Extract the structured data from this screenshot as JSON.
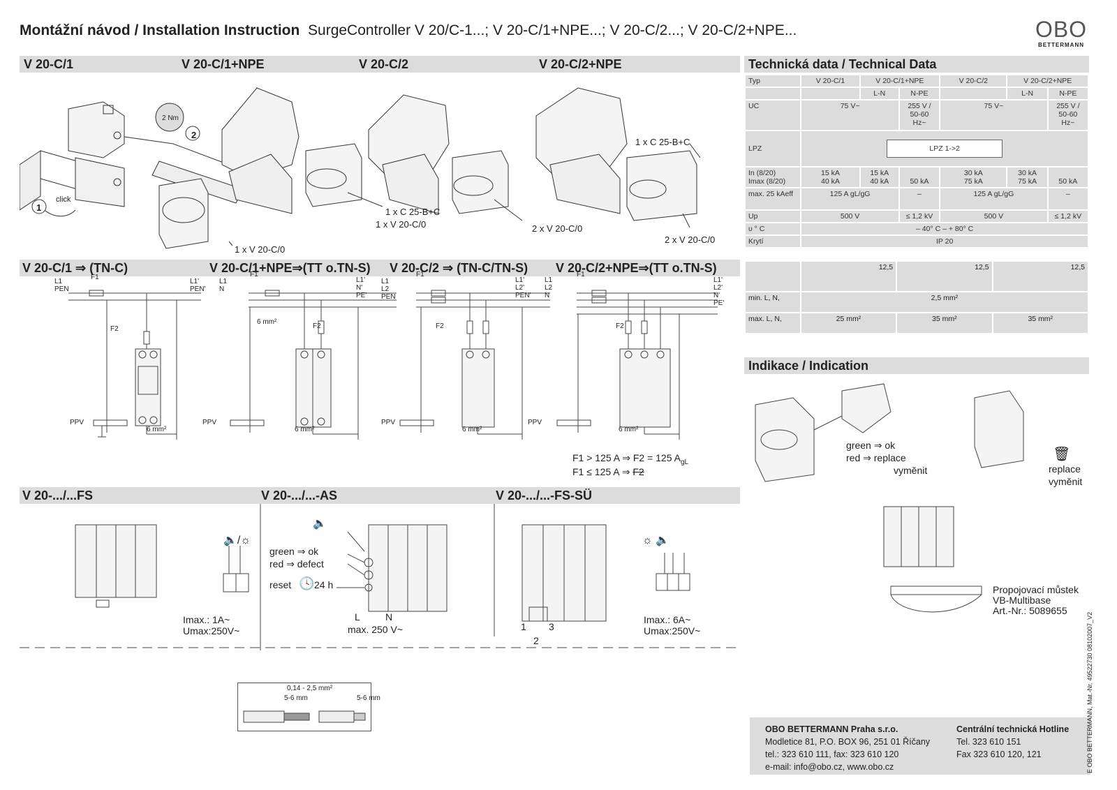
{
  "header": {
    "title_bold": "Montážní návod / Installation Instruction",
    "title_rest": "SurgeController V 20/C-1...; V 20-C/1+NPE...; V 20-C/2...; V 20-C/2+NPE..."
  },
  "logo": {
    "name": "OBO",
    "sub": "BETTERMANN"
  },
  "products": {
    "p1": "V 20-C/1",
    "p2": "V 20-C/1+NPE",
    "p3": "V 20-C/2",
    "p4": "V 20-C/2+NPE"
  },
  "install": {
    "torque": "2 Nm",
    "step1": "1",
    "step2": "2",
    "click": "click",
    "part_1x_v20c0": "1 x V 20-C/0",
    "part_c25_a": "1 x C 25-B+C",
    "part_v20c0_a": "1 x V 20-C/0",
    "part_2x_v20c0_a": "2 x V 20-C/0",
    "part_c25_b": "1 x C 25-B+C",
    "part_2x_v20c0_b": "2 x V 20-C/0"
  },
  "wiring": {
    "w1": "V 20-C/1 ⇒ (TN-C)",
    "w2": "V 20-C/1+NPE⇒(TT o.TN-S)",
    "w3": "V 20-C/2 ⇒ (TN-C/TN-S)",
    "w4": "V 20-C/2+NPE⇒(TT o.TN-S)",
    "L1": "L1",
    "L2": "L2",
    "N": "N",
    "PEN": "PEN",
    "L1p": "L1'",
    "L2p": "L2'",
    "Np": "N'",
    "PEp": "PE'",
    "PENp": "PEN'",
    "F1": "F1",
    "F2": "F2",
    "PPV": "PPV",
    "6mm": "6 mm²",
    "fuse_rule1": "F1 >  125 A ⇒  F2 = 125 A",
    "fuse_rule1_sub": "gL",
    "fuse_rule2": "F1 ≤  125 A ⇒",
    "fuse_rule2_end": "F2"
  },
  "variants": {
    "fs": "V 20-.../...FS",
    "as": "V 20-.../...-AS",
    "fssu": "V 20-.../...-FS-SÜ",
    "imax1": "Imax.: 1A~",
    "umax1": "Umax:250V~",
    "green_ok": "green ⇒ ok",
    "red_defect": "red    ⇒ defect",
    "reset": "reset",
    "reset_time": "24 h",
    "L": "L",
    "Nn": "N",
    "max250": "max. 250 V~",
    "imax6": "Imax.: 6A~",
    "umax6": "Umax:250V~",
    "t1": "1",
    "t2": "2",
    "t3": "3"
  },
  "wire_spec": {
    "range": "0,14 - 2,5 mm²",
    "strip1": "5-6  mm",
    "strip2": "5-6 mm"
  },
  "tech": {
    "heading": "Technická data / Technical Data",
    "typ": "Typ",
    "cols": [
      "V 20-C/1",
      "V 20-C/1+NPE",
      "V 20-C/2",
      "V 20-C/2+NPE"
    ],
    "ln": "L-N",
    "npe": "N-PE",
    "uc": "UC",
    "uc_v": "75 V~",
    "uc_npe": "255 V / 50-60 Hz~",
    "lpz": "LPZ",
    "lpz_v": "LPZ 1->2",
    "in_label": "In (8/20)",
    "imax_label": "Imax (8/20)",
    "in_15": "15 kA",
    "imax_40": "40 kA",
    "npe_50": "50 kA",
    "in_30": "30 kA",
    "imax_75": "75 kA",
    "maxfuse_label": "max. 25 kAeff",
    "fuse_v": "125 A gL/gG",
    "dash": "–",
    "up": "Up",
    "up_v": "500 V",
    "up_npe": "≤ 1,2 kV",
    "temp": "υ ° C",
    "temp_v": "– 40° C – + 80° C",
    "ip": "Krytí",
    "ip_v": "IP 20",
    "strip": "12,5",
    "min": "min. L, N,",
    "min_v": "2,5 mm²",
    "max": "max. L, N,",
    "max_v1": "25 mm²",
    "max_v2": "35 mm²",
    "max_v3": "35 mm²"
  },
  "indication": {
    "heading": "Indikace / Indication",
    "green": "green ⇒ ok",
    "red": "red     ⇒ replace",
    "vymenit1": "vyměnit",
    "replace": "replace",
    "vymenit2": "vyměnit",
    "bridge1": "Propojovací můstek",
    "bridge2": "VB-Multibase",
    "bridge3": "Art.-Nr.: 5089655"
  },
  "footer": {
    "company": "OBO BETTERMANN Praha s.r.o.",
    "addr": "Modletice 81, P.O. BOX 96, 251 01 Říčany",
    "tel": "tel.: 323 610 111, fax: 323 610 120",
    "email": "e-mail: info@obo.cz, www.obo.cz",
    "hotline": "Centrální technická Hotline",
    "htel": "Tel. 323 610 151",
    "hfax": "Fax 323 610 120, 121"
  },
  "side": "E  OBO BETTERMANN,   Mat.-Nr. 49522730 08102007_V2"
}
